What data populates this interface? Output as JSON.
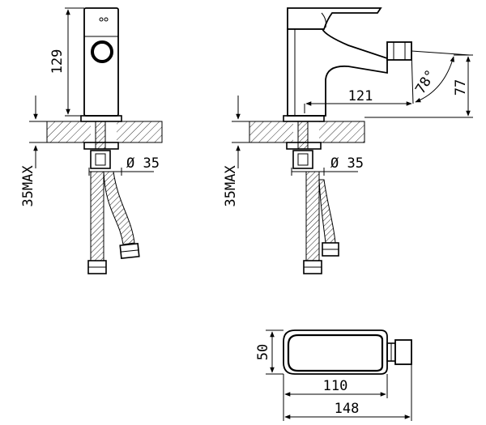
{
  "dimensions": {
    "front_height": "129",
    "front_max": "35MAX",
    "front_hole": "Ø 35",
    "side_reach": "121",
    "side_angle": "78°",
    "side_height": "77",
    "side_max": "35MAX",
    "side_hole": "Ø 35",
    "top_depth": "50",
    "top_length": "110",
    "top_total": "148"
  }
}
